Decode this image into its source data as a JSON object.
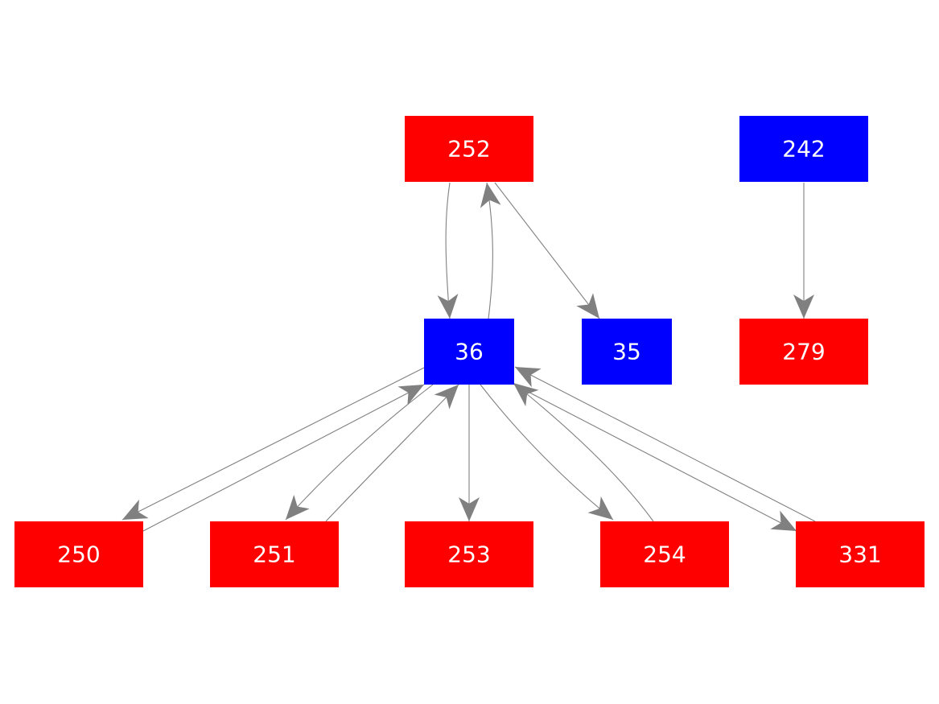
{
  "diagram": {
    "edge_color": "#808080",
    "node_text_color": "#ffffff",
    "nodes": [
      {
        "id": "252",
        "label": "252",
        "color": "#ff0000"
      },
      {
        "id": "242",
        "label": "242",
        "color": "#0000ff"
      },
      {
        "id": "36",
        "label": "36",
        "color": "#0000ff"
      },
      {
        "id": "35",
        "label": "35",
        "color": "#0000ff"
      },
      {
        "id": "279",
        "label": "279",
        "color": "#ff0000"
      },
      {
        "id": "250",
        "label": "250",
        "color": "#ff0000"
      },
      {
        "id": "251",
        "label": "251",
        "color": "#ff0000"
      },
      {
        "id": "253",
        "label": "253",
        "color": "#ff0000"
      },
      {
        "id": "254",
        "label": "254",
        "color": "#ff0000"
      },
      {
        "id": "331",
        "label": "331",
        "color": "#ff0000"
      }
    ],
    "edges": [
      {
        "source": "252",
        "target": "36"
      },
      {
        "source": "36",
        "target": "252"
      },
      {
        "source": "252",
        "target": "35"
      },
      {
        "source": "242",
        "target": "279"
      },
      {
        "source": "36",
        "target": "250"
      },
      {
        "source": "250",
        "target": "36"
      },
      {
        "source": "36",
        "target": "251"
      },
      {
        "source": "251",
        "target": "36"
      },
      {
        "source": "36",
        "target": "253"
      },
      {
        "source": "36",
        "target": "254"
      },
      {
        "source": "254",
        "target": "36"
      },
      {
        "source": "36",
        "target": "331"
      },
      {
        "source": "331",
        "target": "36"
      }
    ]
  }
}
